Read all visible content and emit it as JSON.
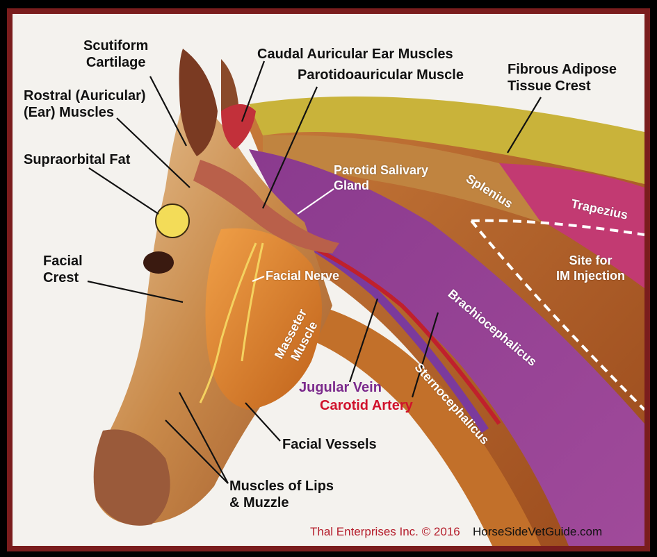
{
  "labels": {
    "scutiform": "Scutiform\nCartilage",
    "caudal_auricular": "Caudal Auricular Ear Muscles",
    "parotidoauricular": "Parotidoauricular Muscle",
    "fibrous_adipose": "Fibrous Adipose\nTissue Crest",
    "rostral_auricular": "Rostral (Auricular)\n(Ear) Muscles",
    "supraorbital_fat": "Supraorbital Fat",
    "parotid_salivary": "Parotid Salivary\nGland",
    "splenius": "Splenius",
    "trapezius": "Trapezius",
    "site_im": "Site for\nIM Injection",
    "facial_crest": "Facial\nCrest",
    "facial_nerve": "Facial Nerve",
    "masseter": "Masseter\nMuscle",
    "brachiocephalicus": "Brachiocephalicus",
    "jugular_vein": "Jugular Vein",
    "carotid_artery": "Carotid Artery",
    "sternocephalicus": "Sternocephalicus",
    "facial_vessels": "Facial Vessels",
    "muscles_lips": "Muscles of Lips\n& Muzzle"
  },
  "credit": {
    "company": "Thal Enterprises Inc.",
    "copyright": "©",
    "year": "2016",
    "site": "HorseSideVetGuide.com"
  },
  "colors": {
    "frame": "#7a1d1d",
    "jugular_label": "#7b2a8c",
    "carotid_label": "#d0112b",
    "credit": "#b41c2a"
  }
}
